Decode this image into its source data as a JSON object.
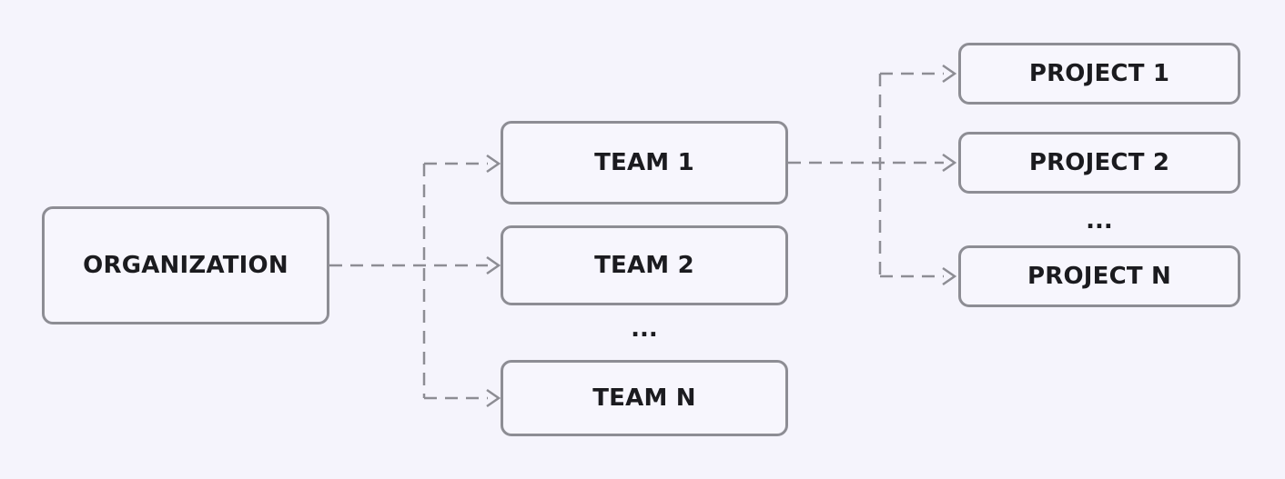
{
  "diagram": {
    "type": "org-hierarchy-flowchart",
    "colors": {
      "background": "#f5f4fc",
      "box_fill": "#f7f6fd",
      "border_color": "#8d8d94",
      "connector_color": "#8d8d94",
      "text_color": "#1b1b1f"
    },
    "nodes": {
      "organization": {
        "label": "ORGANIZATION"
      },
      "teams": [
        {
          "label": "TEAM 1"
        },
        {
          "label": "TEAM 2"
        },
        {
          "label": "TEAM N"
        }
      ],
      "teams_ellipsis": "...",
      "projects": [
        {
          "label": "PROJECT 1"
        },
        {
          "label": "PROJECT 2"
        },
        {
          "label": "PROJECT N"
        }
      ],
      "projects_ellipsis": "...",
      "edges": [
        "ORGANIZATION -> TEAM 1",
        "ORGANIZATION -> TEAM 2",
        "ORGANIZATION -> TEAM N",
        "TEAM 1 -> PROJECT 1",
        "TEAM 1 -> PROJECT 2",
        "TEAM 1 -> PROJECT N"
      ],
      "edge_style": "dashed-arrow"
    }
  }
}
